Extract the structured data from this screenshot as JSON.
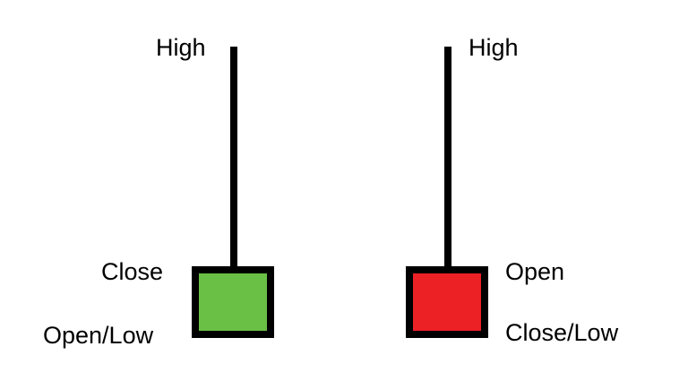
{
  "candles": [
    {
      "type": "bullish",
      "color": "#6abf45",
      "labels": {
        "high": "High",
        "body_top": "Close",
        "body_bottom": "Open/Low"
      }
    },
    {
      "type": "bearish",
      "color": "#ec2126",
      "labels": {
        "high": "High",
        "body_top": "Open",
        "body_bottom": "Close/Low"
      }
    }
  ]
}
